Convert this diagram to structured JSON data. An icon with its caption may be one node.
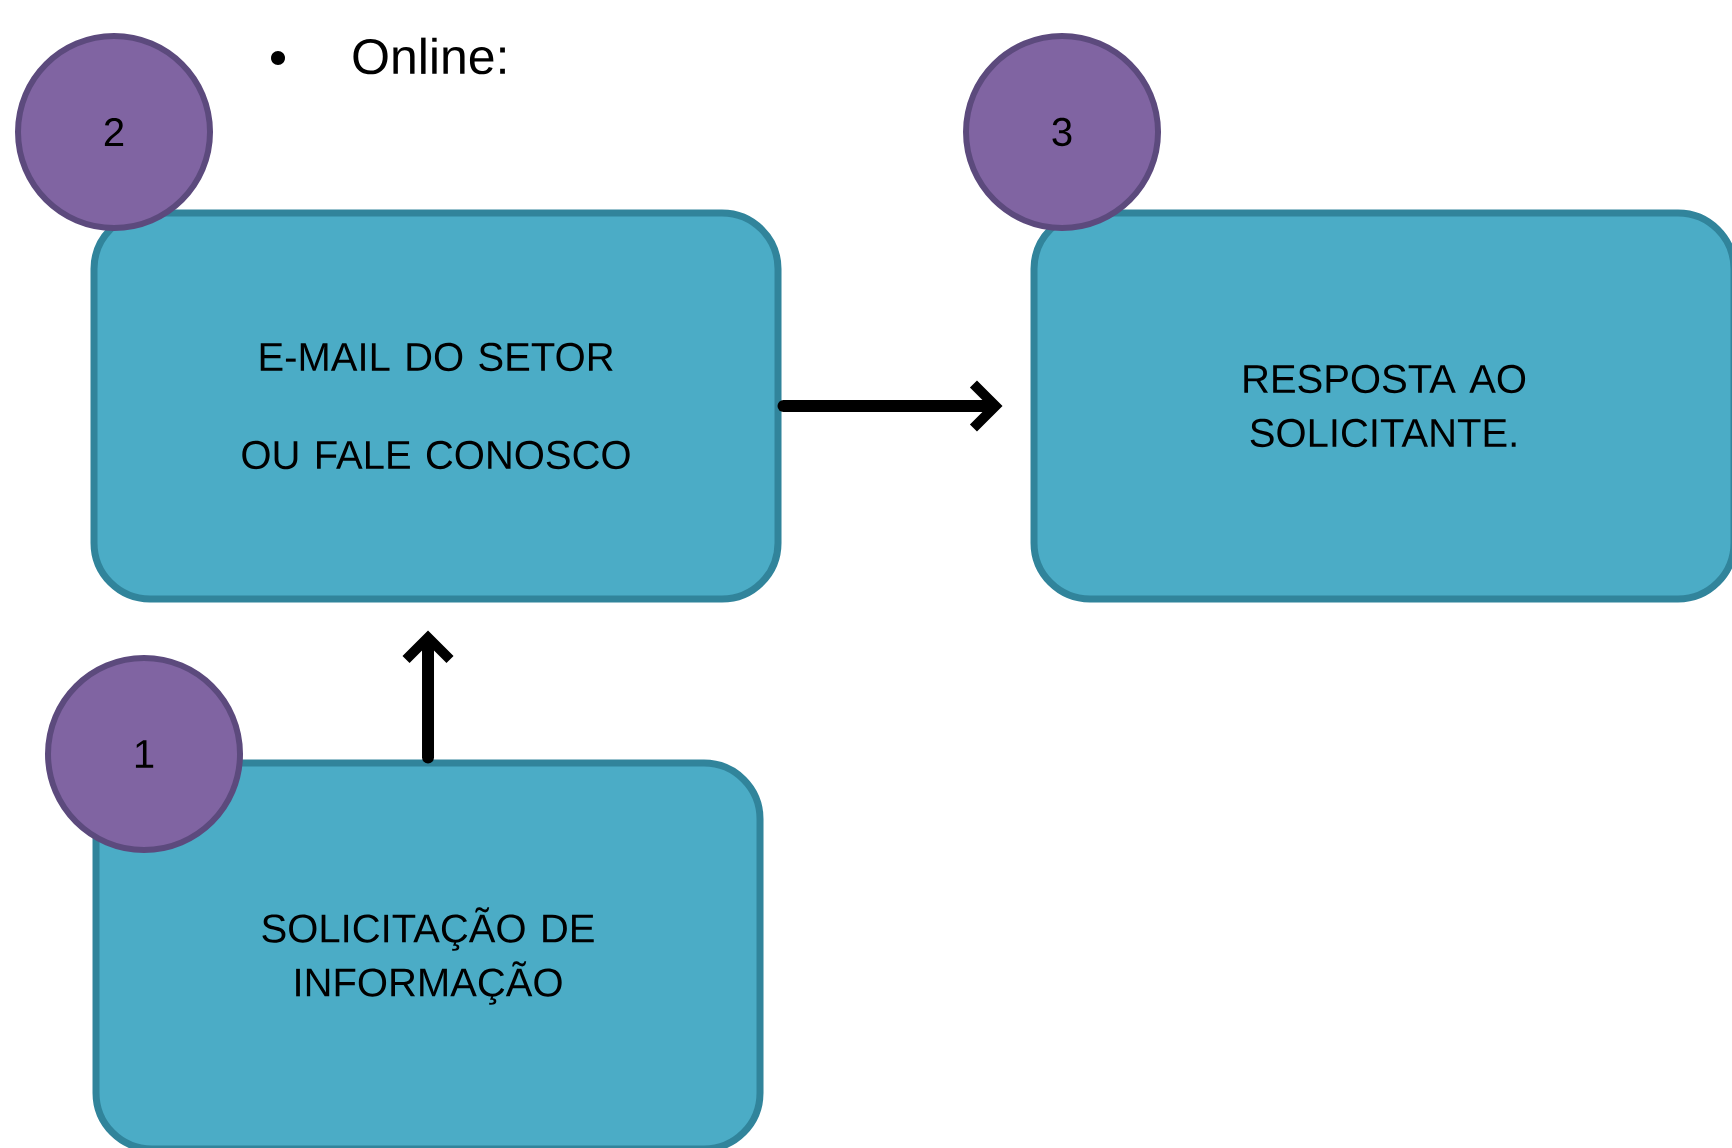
{
  "diagram": {
    "nodes": [
      {
        "text": [
          "2"
        ]
      },
      {
        "text": [
          "E-MAIL DO SETOR",
          "OU FALE CONOSCO"
        ]
      },
      {
        "text": [
          "3"
        ]
      },
      {
        "text": [
          "RESPOSTA AO SOLICITANTE."
        ]
      },
      {
        "text": [
          "1"
        ]
      },
      {
        "text": [
          "SOLICITAÇÃO DE INFORMAÇÃO"
        ]
      }
    ],
    "edges": [
      {
        "from": 5,
        "to": 1,
        "arrow": "to"
      },
      {
        "from": 1,
        "to": 3,
        "arrow": "to"
      }
    ],
    "labels": [
      "Online:"
    ]
  }
}
